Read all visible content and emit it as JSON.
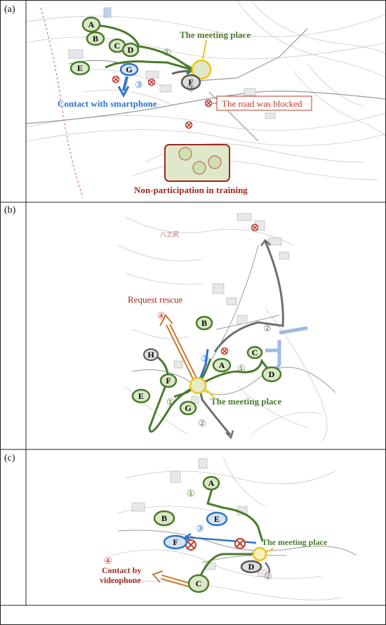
{
  "panels": [
    {
      "id": "a",
      "label": "(a)",
      "callouts": {
        "meeting": "The meeting place",
        "contact": "Contact with smartphone",
        "blocked": "The road was blocked",
        "nonpart": "Non-participation in training"
      },
      "houses": [
        "A",
        "B",
        "C",
        "D",
        "E",
        "F",
        "G"
      ],
      "routes": [
        "①",
        "②",
        "③"
      ]
    },
    {
      "id": "b",
      "label": "(b)",
      "callouts": {
        "meeting": "The meeting place",
        "rescue": "Request rescue"
      },
      "houses": [
        "A",
        "B",
        "C",
        "D",
        "E",
        "F",
        "G",
        "H"
      ],
      "routes": [
        "①",
        "①",
        "②",
        "②",
        "③",
        "④"
      ],
      "place_name": "八之尻"
    },
    {
      "id": "c",
      "label": "(c)",
      "callouts": {
        "meeting": "The meeting place",
        "videophone_1": "Contact by",
        "videophone_2": "videophone"
      },
      "houses": [
        "A",
        "B",
        "C",
        "D",
        "E",
        "F"
      ],
      "routes": [
        "①",
        "②",
        "③",
        "④"
      ]
    }
  ],
  "colors": {
    "green": "#4a7a2c",
    "blue": "#2e75c9",
    "red": "#c0392b",
    "dark_red": "#a0281e",
    "yellow": "#f0c419",
    "grey": "#6f6f6f",
    "orange": "#c8782a"
  }
}
